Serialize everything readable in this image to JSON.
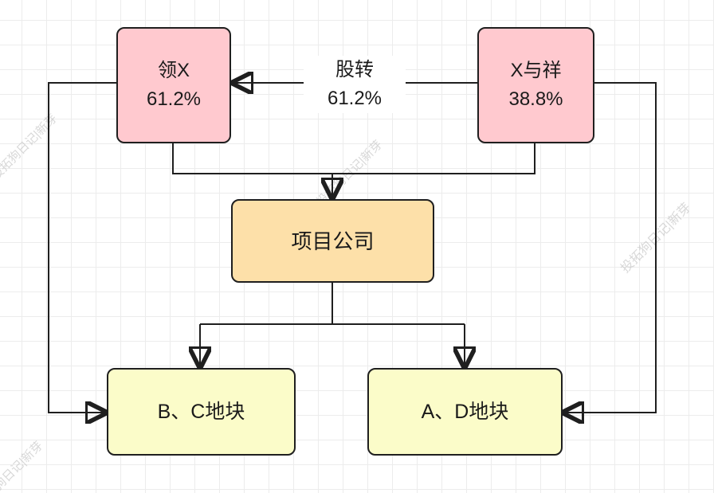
{
  "page": {
    "background": "#ffffff",
    "grid_color": "#ececec",
    "line_color": "#1f1f1f"
  },
  "watermark": {
    "text": "投拓狗日记|新芽",
    "color": "#b9b9b9"
  },
  "nodes": {
    "shareholder_left": {
      "name": "领X",
      "percent": "61.2%",
      "fill": "#ffc9cf"
    },
    "shareholder_right": {
      "name": "X与祥",
      "percent": "38.8%",
      "fill": "#ffc9cf"
    },
    "project_company": {
      "label": "项目公司",
      "fill": "#fde0a9"
    },
    "parcel_bc": {
      "label": "B、C地块",
      "fill": "#fbfcc9"
    },
    "parcel_ad": {
      "label": "A、D地块",
      "fill": "#fbfcc9"
    }
  },
  "edges": {
    "transfer_label_line1": "股转",
    "transfer_label_line2": "61.2%"
  }
}
